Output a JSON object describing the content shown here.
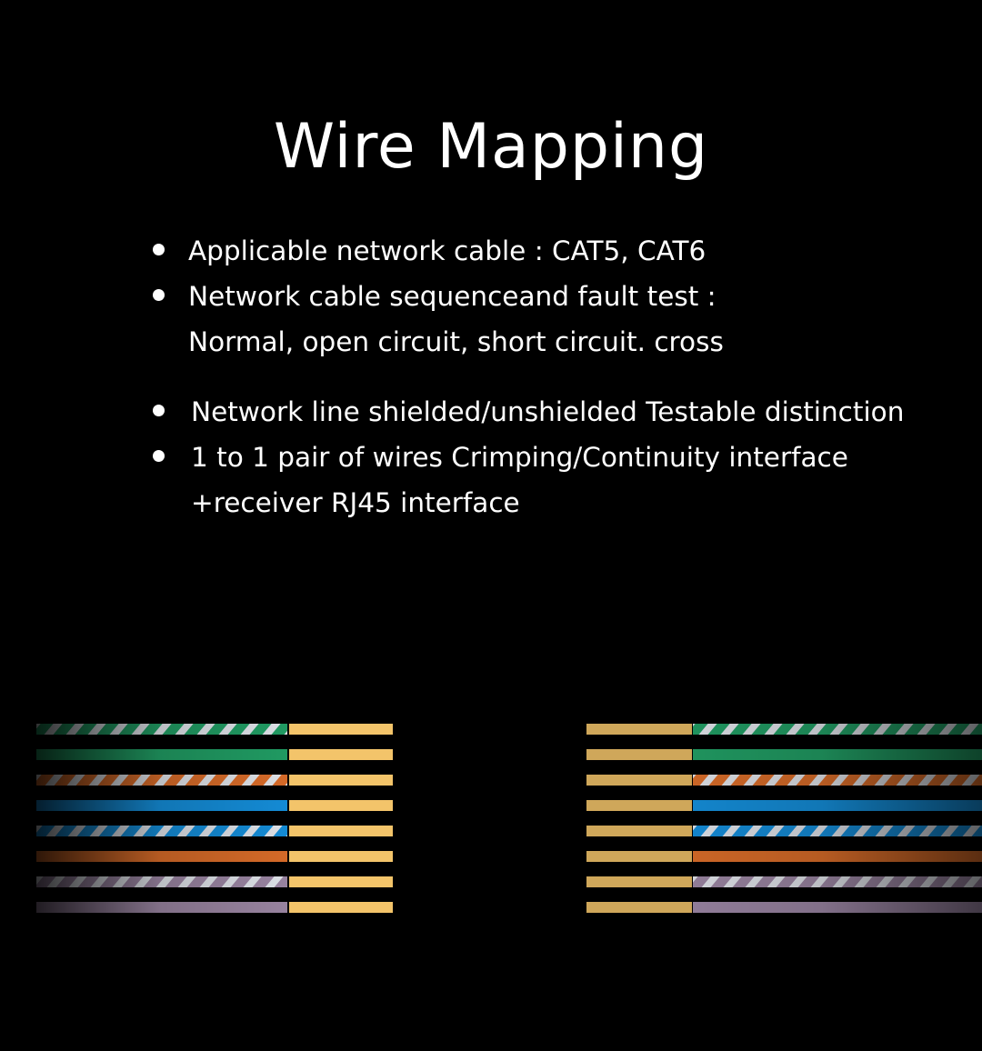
{
  "title": "Wire Mapping",
  "features": [
    {
      "lines": [
        "Applicable network cable : CAT5, CAT6"
      ]
    },
    {
      "lines": [
        "Network cable sequenceand fault test :",
        "Normal, open circuit, short circuit. cross"
      ]
    },
    {
      "lines": [
        "Network line shielded/unshielded Testable distinction"
      ]
    },
    {
      "lines": [
        "1 to 1 pair of wires Crimping/Continuity interface",
        "+receiver RJ45 interface"
      ]
    }
  ],
  "wires": {
    "contact_color": "#f3c46a",
    "conductors": [
      {
        "color": "#22a267",
        "striped": true
      },
      {
        "color": "#22a267",
        "striped": false
      },
      {
        "color": "#e0702a",
        "striped": true
      },
      {
        "color": "#1592e0",
        "striped": false
      },
      {
        "color": "#1592e0",
        "striped": true
      },
      {
        "color": "#e0702a",
        "striped": false
      },
      {
        "color": "#a08aa8",
        "striped": true
      },
      {
        "color": "#a08aa8",
        "striped": false
      }
    ]
  }
}
